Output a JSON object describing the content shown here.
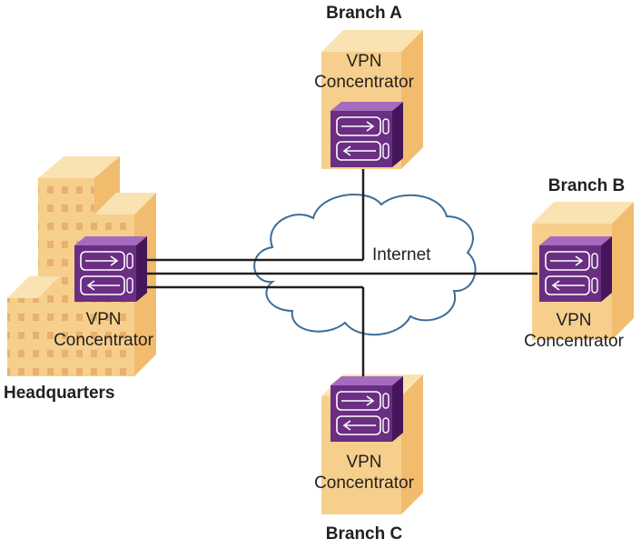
{
  "network": {
    "cloud_label": "Internet",
    "hq": {
      "title": "Headquarters",
      "device": {
        "line1": "VPN",
        "line2": "Concentrator"
      }
    },
    "branch_a": {
      "title": "Branch A",
      "device": {
        "line1": "VPN",
        "line2": "Concentrator"
      }
    },
    "branch_b": {
      "title": "Branch B",
      "device": {
        "line1": "VPN",
        "line2": "Concentrator"
      }
    },
    "branch_c": {
      "title": "Branch C",
      "device": {
        "line1": "VPN",
        "line2": "Concentrator"
      }
    }
  },
  "colors": {
    "building_front": "#f6cf8c",
    "building_side": "#f1bc6e",
    "building_top": "#fae3b2",
    "window": "#e8b16c",
    "device_front": "#6a2e83",
    "device_side": "#45175a",
    "device_top": "#a56bbf",
    "cloud_fill": "#ffffff",
    "cloud_stroke": "#3d6d97",
    "link_line": "#231f20"
  }
}
